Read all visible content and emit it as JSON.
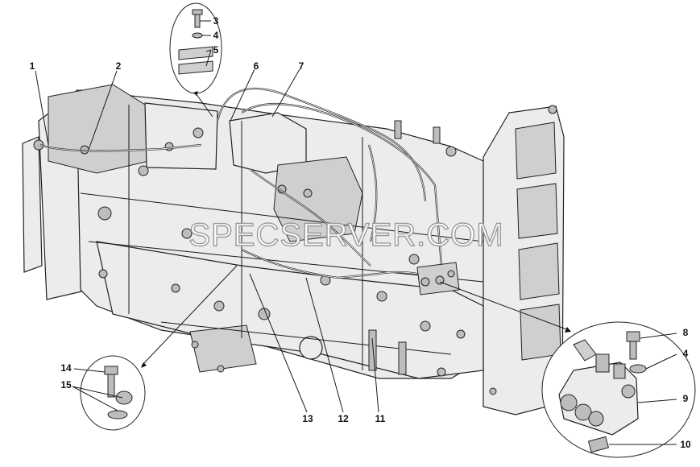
{
  "watermark": "SPECSERVER.COM",
  "callouts": [
    {
      "id": "c1",
      "label": "1"
    },
    {
      "id": "c2",
      "label": "2"
    },
    {
      "id": "c3",
      "label": "3"
    },
    {
      "id": "c4a",
      "label": "4"
    },
    {
      "id": "c5",
      "label": "5"
    },
    {
      "id": "c6",
      "label": "6"
    },
    {
      "id": "c7",
      "label": "7"
    },
    {
      "id": "c8",
      "label": "8"
    },
    {
      "id": "c4b",
      "label": "4"
    },
    {
      "id": "c9",
      "label": "9"
    },
    {
      "id": "c10",
      "label": "10"
    },
    {
      "id": "c11",
      "label": "11"
    },
    {
      "id": "c12",
      "label": "12"
    },
    {
      "id": "c13",
      "label": "13"
    },
    {
      "id": "c14",
      "label": "14"
    },
    {
      "id": "c15",
      "label": "15"
    }
  ]
}
